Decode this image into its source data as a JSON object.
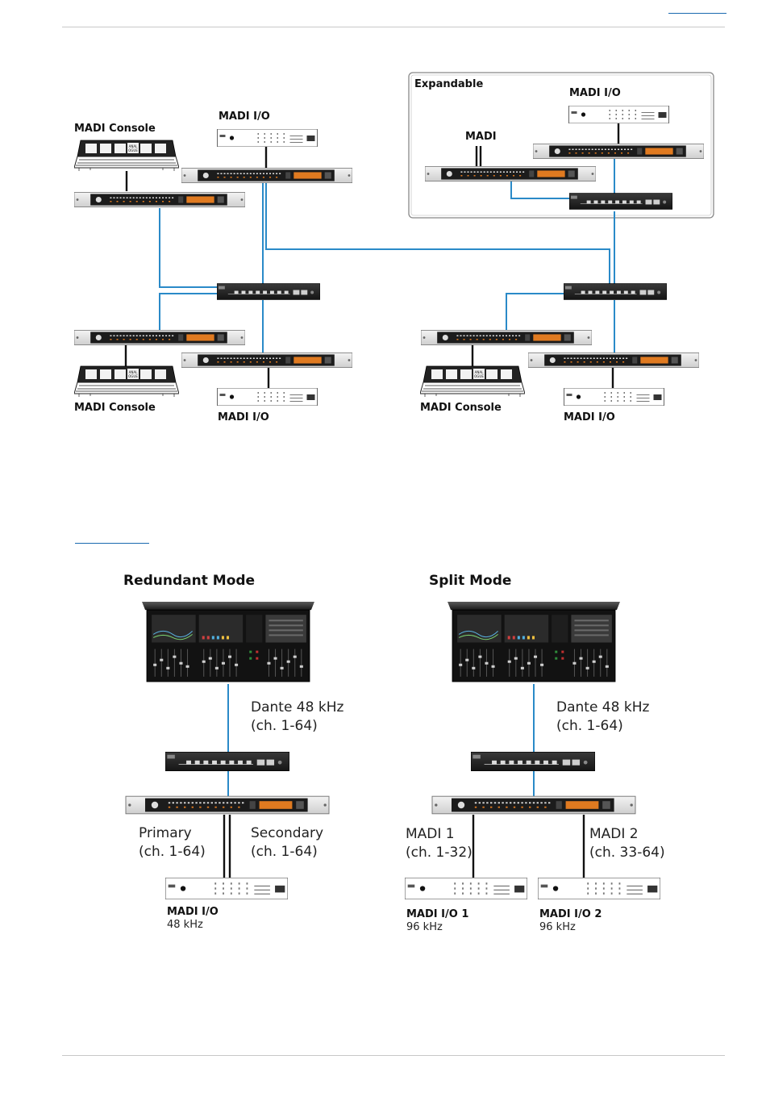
{
  "top_diagram": {
    "expandable_title": "Expandable",
    "madi_label": "MADI",
    "madi_io": "MADI I/O",
    "madi_console": "MADI Console"
  },
  "redundant": {
    "title": "Redundant Mode",
    "dante_line1": "Dante 48 kHz",
    "dante_line2": "(ch. 1-64)",
    "primary_line1": "Primary",
    "primary_line2": "(ch. 1-64)",
    "secondary_line1": "Secondary",
    "secondary_line2": "(ch. 1-64)",
    "io_label": "MADI I/O",
    "io_rate": "48 kHz"
  },
  "split": {
    "title": "Split Mode",
    "dante_line1": "Dante 48 kHz",
    "dante_line2": "(ch. 1-64)",
    "madi1_line1": "MADI 1",
    "madi1_line2": "(ch. 1-32)",
    "madi2_line1": "MADI 2",
    "madi2_line2": "(ch. 33-64)",
    "io1_label": "MADI I/O 1",
    "io1_rate": "96 kHz",
    "io2_label": "MADI I/O 2",
    "io2_rate": "96 kHz"
  },
  "colors": {
    "network_cable": "#2a8ac8",
    "madi_cable": "#111111",
    "rule_blue": "#1a6ab0"
  }
}
